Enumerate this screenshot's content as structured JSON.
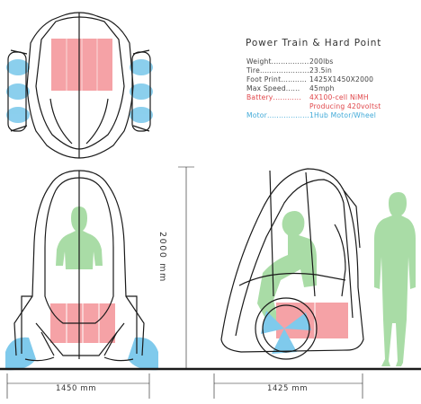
{
  "title": "Power Train & Hard Point",
  "specs": [
    {
      "label": "Weight",
      "dots": "................",
      "value": "200lbs",
      "color": "#444444"
    },
    {
      "label": "Tire",
      "dots": "......................",
      "value": "23.5in",
      "color": "#444444"
    },
    {
      "label": "Foot Print",
      "dots": "...........",
      "value": "1425X1450X2000",
      "color": "#444444"
    },
    {
      "label": "Max Speed",
      "dots": "......",
      "value": "45mph",
      "color": "#444444"
    },
    {
      "label": "Battery",
      "dots": "............",
      "value": "4X100-cell NiMH",
      "color": "#e0464a"
    },
    {
      "label": "",
      "dots": "",
      "value": "Producing 420voltst",
      "color": "#e0464a"
    },
    {
      "label": "Motor",
      "dots": "..................",
      "value": "1Hub Motor/Wheel",
      "color": "#3fa9d8"
    }
  ],
  "dimensions": {
    "front_width": "1450  mm",
    "side_length": "1425  mm",
    "height": "2000  mm"
  },
  "colors": {
    "battery": "#f5a2a6",
    "motor": "#7fcaec",
    "occupant": "#a9dca6",
    "outline": "#1a1a1a"
  }
}
